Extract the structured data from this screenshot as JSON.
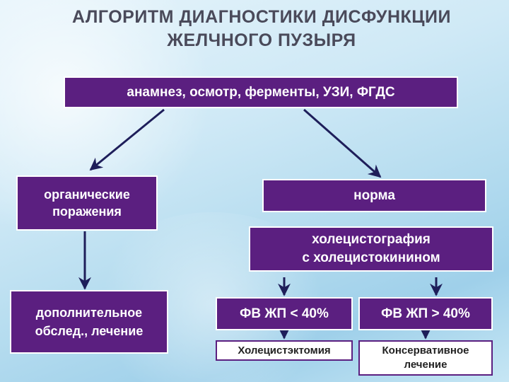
{
  "title": {
    "line1": "АЛГОРИТМ ДИАГНОСТИКИ ДИСФУНКЦИИ",
    "line2": "ЖЕЛЧНОГО ПУЗЫРЯ"
  },
  "nodes": {
    "top": "анамнез, осмотр, ферменты, УЗИ, ФГДС",
    "organic_line1": "органические",
    "organic_line2": "поражения",
    "norm": "норма",
    "chole_line1": "холецистография",
    "chole_line2": "с холецистокинином",
    "additional_line1": "дополнительное",
    "additional_line2": "обслед., лечение",
    "fv_low": "ФВ ЖП < 40%",
    "fv_high": "ФВ ЖП > 40%",
    "cholecystectomy": "Холецистэктомия",
    "conservative_line1": "Консервативное",
    "conservative_line2": "лечение"
  },
  "colors": {
    "box_fill": "#5b1f80",
    "arrow": "#1e1e5a",
    "title": "#4a4a5a"
  }
}
